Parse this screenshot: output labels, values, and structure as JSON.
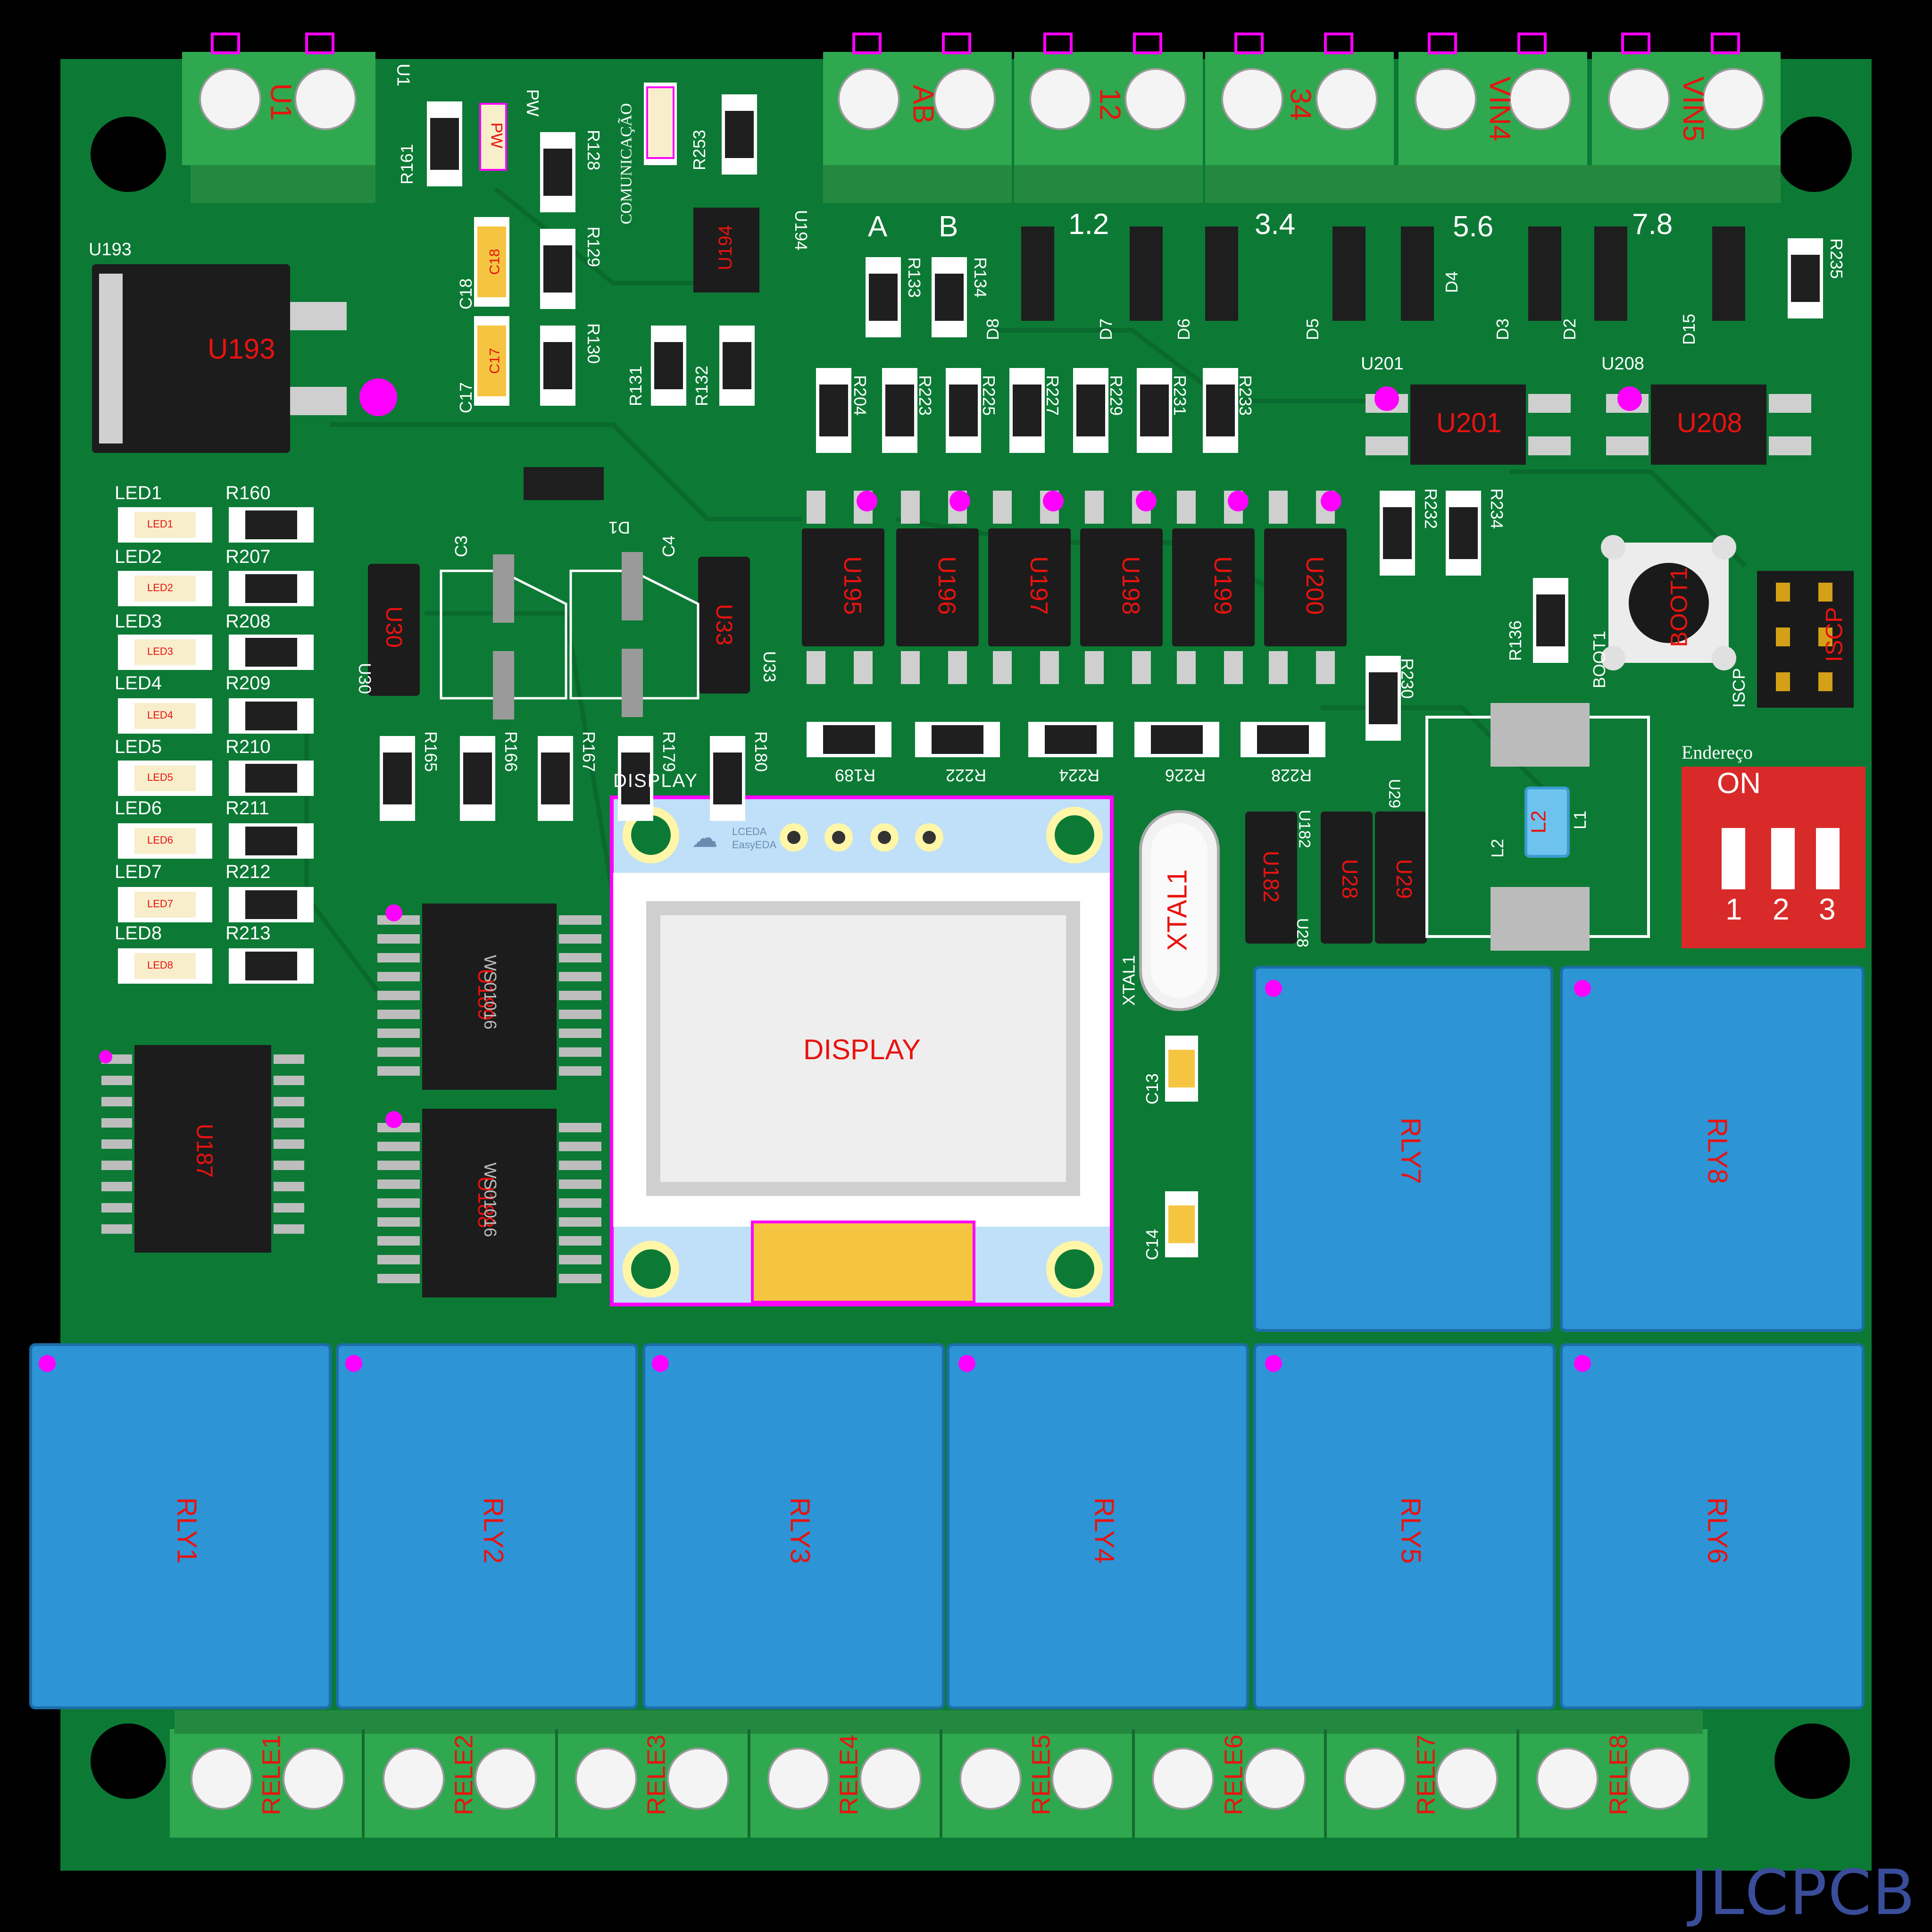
{
  "colors": {
    "background": "#000000",
    "board_green": "#0c7a35",
    "board_dark_trace": "#0a6a2e",
    "terminal_green": "#2fa84f",
    "relay_blue": "#2d94d6",
    "chip_black": "#1c1c1c",
    "dip_red": "#d92a2a",
    "silk": "#ffffff",
    "designator": "#e8130f",
    "marker": "#ff00ff",
    "oled_frame": "#bfe0f8",
    "watermark": "#3a4d9a"
  },
  "watermark": "JLCPCB",
  "top_terminals": {
    "u1": {
      "designator": "U1",
      "silk": "U1"
    },
    "bus": [
      "AB",
      "12",
      "34",
      "VIN4",
      "VIN5"
    ],
    "bus_silk": [
      "A",
      "B",
      "1.2",
      "3.4",
      "5.6",
      "7.8"
    ]
  },
  "bottom_terminals": [
    "RELE1",
    "RELE2",
    "RELE3",
    "RELE4",
    "RELE5",
    "RELE6",
    "RELE7",
    "RELE8"
  ],
  "relays": [
    "RLY1",
    "RLY2",
    "RLY3",
    "RLY4",
    "RLY5",
    "RLY6",
    "RLY7",
    "RLY8"
  ],
  "display": {
    "title": "DISPLAY",
    "silk": "DISPLAY",
    "brand_line1": "LCEDA",
    "brand_line2": "EasyEDA"
  },
  "regulator": {
    "designator": "U193",
    "silk": "U193"
  },
  "optocouplers": [
    "U195",
    "U196",
    "U197",
    "U198",
    "U199",
    "U200"
  ],
  "small_ics": {
    "u194": "U194",
    "u201": "U201",
    "u208": "U208",
    "u30": "U30",
    "u33": "U33",
    "u28": "U28",
    "u29": "U29",
    "u182": "U182",
    "u187": "U187",
    "u189": "U189",
    "u188": "U188",
    "ws_part": "WS01016"
  },
  "power_led": {
    "designator": "PW",
    "silk": "PW"
  },
  "comm_label": "COMUNICAÇÃO",
  "leds": [
    "LED1",
    "LED2",
    "LED3",
    "LED4",
    "LED5",
    "LED6",
    "LED7",
    "LED8"
  ],
  "led_resistors": [
    "R160",
    "R207",
    "R208",
    "R209",
    "R210",
    "R211",
    "R212",
    "R213"
  ],
  "resistors_top": {
    "r161": "R161",
    "r128": "R128",
    "r129": "R129",
    "r130": "R130",
    "r131": "R131",
    "r132": "R132",
    "r133": "R133",
    "r134": "R134",
    "r253": "R253",
    "r235": "R235",
    "r136": "R136",
    "r230": "R230",
    "r232": "R232",
    "r234": "R234"
  },
  "resistor_row_mid": [
    "R204",
    "R223",
    "R225",
    "R227",
    "R229",
    "R231",
    "R233"
  ],
  "resistor_row_low": [
    "R189",
    "R222",
    "R224",
    "R226",
    "R228"
  ],
  "resistor_row_left": [
    "R165",
    "R166",
    "R167",
    "R179",
    "R180"
  ],
  "diodes": [
    "D8",
    "D7",
    "D6",
    "D5",
    "D4",
    "D3",
    "D2",
    "D15"
  ],
  "diode_d1": "D1",
  "caps": {
    "c3": "C3",
    "c4": "C4",
    "c13": "C13",
    "c14": "C14",
    "c17": "C17",
    "c18": "C18"
  },
  "crystal": "XTAL1",
  "inductor": {
    "designator": "L2",
    "silk_l1": "L1",
    "silk_l2": "L2"
  },
  "boot": {
    "designator": "BOOT1",
    "silk": "BOOT1"
  },
  "iscp": {
    "designator": "ISCP",
    "silk": "ISCP"
  },
  "dip": {
    "title": "Endereço",
    "on": "ON",
    "positions": [
      "1",
      "2",
      "3"
    ]
  }
}
